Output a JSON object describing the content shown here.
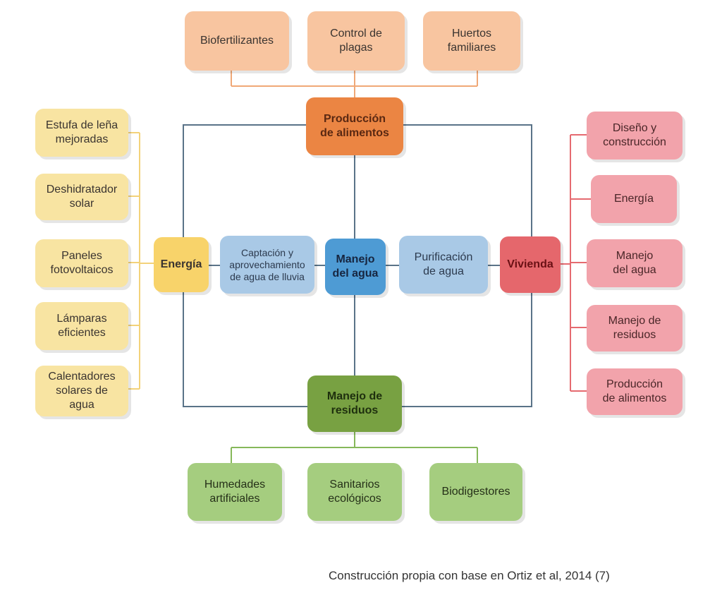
{
  "top_items": [
    "Biofertilizantes",
    "Control de\nplagas",
    "Huertos\nfamiliares"
  ],
  "hubs": {
    "food": "Producción\nde alimentos",
    "energy": "Energía",
    "water": "Manejo\ndel agua",
    "housing": "Vivienda",
    "waste": "Manejo de\nresiduos"
  },
  "middle": {
    "rain": "Captación y\naprovechamiento\nde agua de lluvia",
    "purify": "Purificación\nde agua"
  },
  "left_items": [
    "Estufa de leña\nmejoradas",
    "Deshidratador\nsolar",
    "Paneles\nfotovoltaicos",
    "Lámparas\neficientes",
    "Calentadores\nsolares de\nagua"
  ],
  "right_items": [
    "Diseño y\nconstrucción",
    "Energía",
    "Manejo\ndel agua",
    "Manejo de\nresiduos",
    "Producción\nde alimentos"
  ],
  "bottom_items": [
    "Humedades\nartificiales",
    "Sanitarios\necológicos",
    "Biodigestores"
  ],
  "caption": "Construcción propia con base en Ortiz et al, 2014 (7)",
  "colors": {
    "frame_line": "#5a7388",
    "top_line": "#f0a877",
    "left_line": "#f3d27a",
    "right_line": "#e56a70",
    "bottom_line": "#86b85a"
  }
}
